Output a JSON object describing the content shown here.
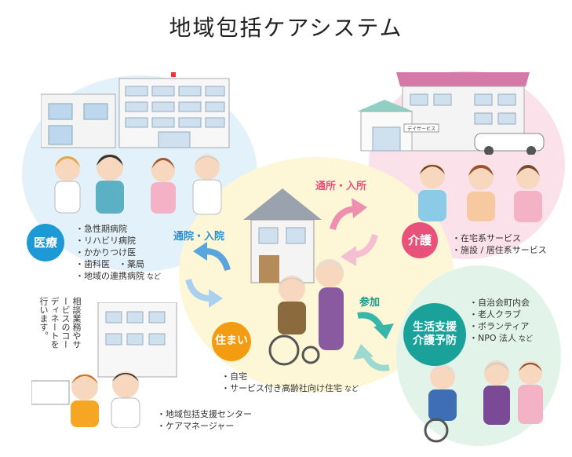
{
  "title": "地域包括ケアシステム",
  "medical": {
    "label": "医療",
    "items": [
      "急性期病院",
      "リハビリ病院",
      "かかりつけ医",
      "歯科医　・薬局",
      "地域の連携病院"
    ],
    "tail_note": "など"
  },
  "care": {
    "label": "介護",
    "items": [
      "在宅系サービス",
      "施設 / 居住系サービス"
    ]
  },
  "home": {
    "label": "住まい",
    "items": [
      "自宅",
      "サービス付き高齢社向け住宅"
    ],
    "tail_note": "など"
  },
  "prevention": {
    "label_line1": "生活支援",
    "label_line2": "介護予防",
    "items": [
      "自治会町内会",
      "老人クラブ",
      "ボランティア",
      "NPO 法人"
    ],
    "tail_note": "など"
  },
  "support_center": {
    "items": [
      "地域包括支援センター",
      "ケアマネージャー"
    ],
    "note": "相談業務やサービスのコーディネートを行います。"
  },
  "arrows": {
    "visit_hospital": "通院・入院",
    "day_service": "通所・入所",
    "participation": "参加"
  },
  "day_service_sign": "デイサービス",
  "colors": {
    "medical": "#1d9ad6",
    "care": "#e8527a",
    "home": "#f39c12",
    "prevention": "#1aa29a",
    "blue_arrow": "#5aa6dc",
    "pink_arrow": "#ef8fb0",
    "teal_arrow": "#38b7a8"
  }
}
